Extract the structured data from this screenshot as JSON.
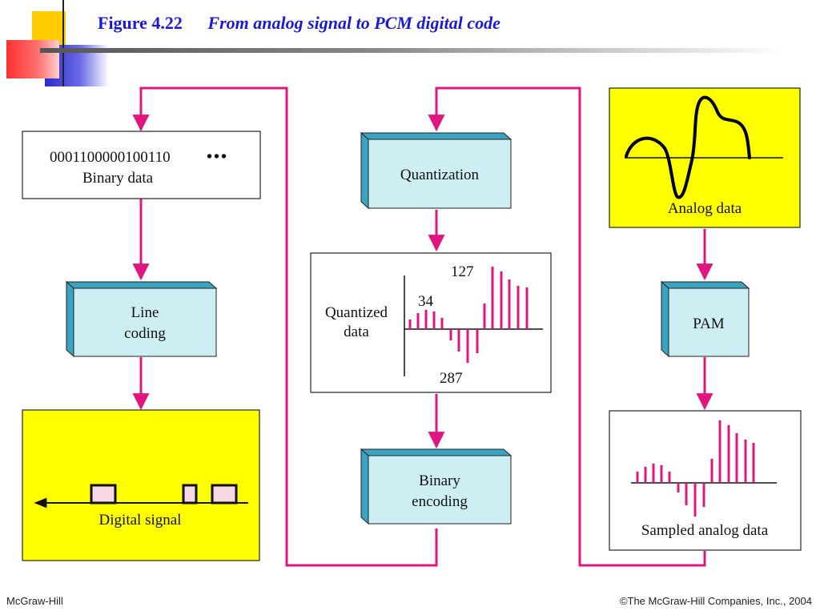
{
  "title": {
    "figure": "Figure 4.22",
    "caption": "From analog signal to PCM digital code"
  },
  "boxes": {
    "binary_data": {
      "bits": "0001100000100110",
      "dots": "•••",
      "label": "Binary data"
    },
    "line_coding": {
      "line1": "Line",
      "line2": "coding"
    },
    "digital_signal": {
      "label": "Digital signal"
    },
    "quantization": {
      "label": "Quantization"
    },
    "quantized_data": {
      "label_line1": "Quantized",
      "label_line2": "data",
      "value_high": "127",
      "value_mid": "34",
      "value_low": "287"
    },
    "binary_encoding": {
      "line1": "Binary",
      "line2": "encoding"
    },
    "analog_data": {
      "label": "Analog data"
    },
    "pam": {
      "label": "PAM"
    },
    "sampled_analog_data": {
      "label": "Sampled analog data"
    }
  },
  "footer": {
    "left": "McGraw-Hill",
    "right": "©The McGraw-Hill Companies, Inc., 2004"
  },
  "colors": {
    "title": "#1a1ad6",
    "arrow": "#e0157f",
    "process_box": "#cdeef3",
    "process_side": "#3aa3c2",
    "highlight_box": "#ffff00",
    "bits_text": "#e0157f"
  }
}
